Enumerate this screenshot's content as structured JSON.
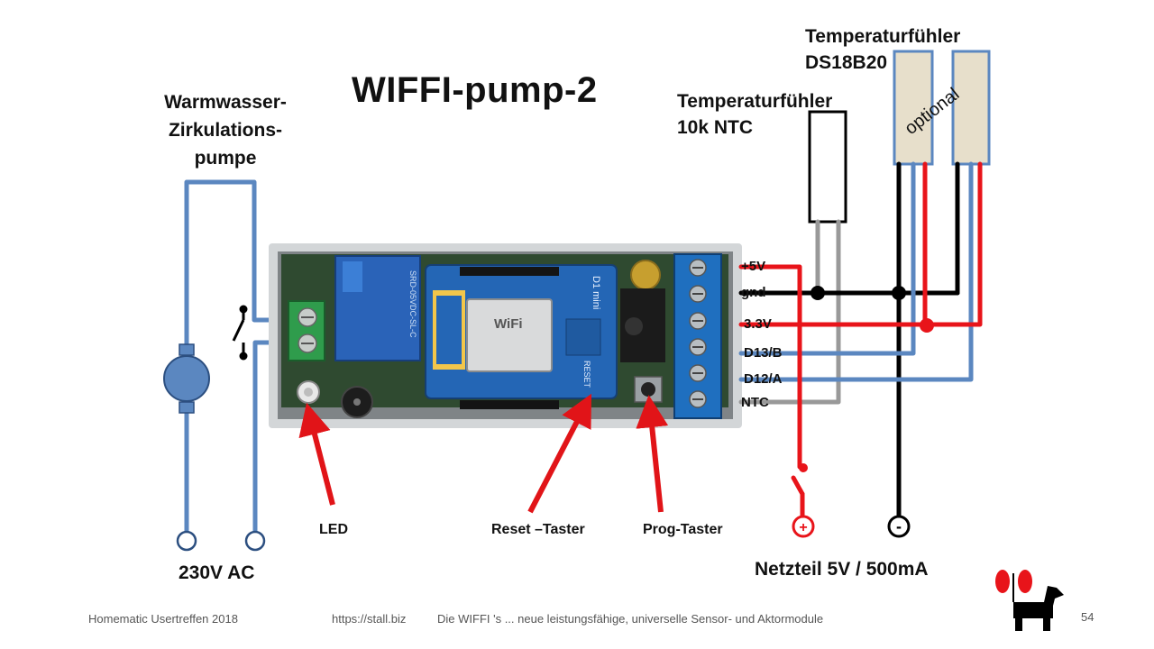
{
  "slide": {
    "title": "WIFFI-pump-2",
    "pump_label": [
      "Warmwasser-",
      "Zirkulations-",
      "pumpe"
    ],
    "ac_label": "230V AC",
    "ntc_label": [
      "Temperaturfühler",
      "10k NTC"
    ],
    "ds_label": [
      "Temperaturfühler",
      "DS18B20"
    ],
    "optional_label": "optional",
    "pins": [
      "+5V",
      "gnd",
      "3.3V",
      "D13/B",
      "D12/A",
      "NTC"
    ],
    "led_label": "LED",
    "reset_label": "Reset –Taster",
    "prog_label": "Prog-Taster",
    "psu_label": "Netzteil 5V / 500mA",
    "plus_symbol": "+",
    "minus_symbol": "-",
    "board_texts": {
      "wifi_chip": "WiFi",
      "d1_mini": "D1 mini",
      "reset": "RESET",
      "relay": "SRD-05VDC-SL-C"
    }
  },
  "footer": {
    "event": "Homematic Usertreffen 2018",
    "url": "https://stall.biz",
    "description": "Die WIFFI 's ... neue leistungsfähige, universelle Sensor- und Aktormodule",
    "page_number": "54"
  },
  "colors": {
    "blue_wire": "#5b87c0",
    "red_wire": "#e8141a",
    "black_wire": "#000000",
    "gray_wire": "#999999",
    "arrow": "#e11418",
    "sensor_body": "#e7dfcb",
    "terminal_blue": "#1f6fbf",
    "pcb_green": "#2f4a30",
    "relay_blue": "#2a63b8"
  }
}
